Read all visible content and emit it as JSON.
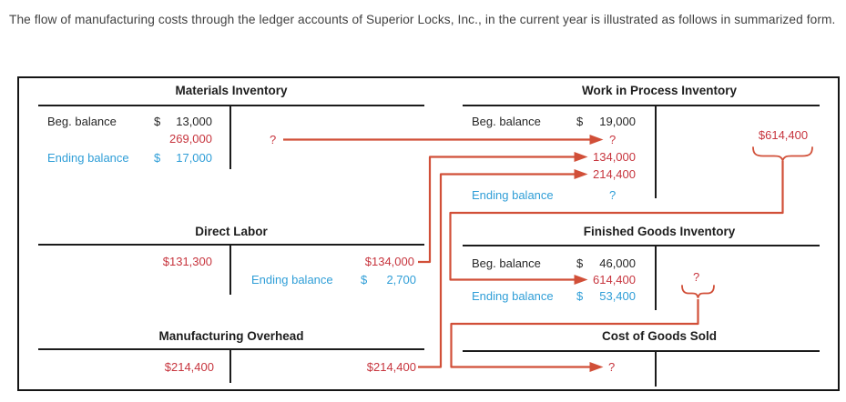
{
  "intro": "The flow of manufacturing costs through the ledger accounts of Superior Locks, Inc., in the current year is illustrated as follows in summarized form.",
  "colors": {
    "red_text": "#c7353e",
    "arrow_red": "#d14f38",
    "blue_text": "#2f9ed7",
    "ink": "#262626"
  },
  "accounts": {
    "materials": {
      "title": "Materials Inventory",
      "beg_label": "Beg. balance",
      "beg_cur": "$",
      "beg_amount": "13,000",
      "purchases_amount": "269,000",
      "end_label": "Ending balance",
      "end_cur": "$",
      "end_amount": "17,000",
      "credit_unknown": "?"
    },
    "work_in_process": {
      "title": "Work in Process Inventory",
      "beg_label": "Beg. balance",
      "beg_cur": "$",
      "beg_amount": "19,000",
      "materials_unknown": "?",
      "labor_amount": "134,000",
      "overhead_amount": "214,400",
      "end_label": "Ending balance",
      "end_unknown": "?",
      "credit_amount": "$614,400"
    },
    "direct_labor": {
      "title": "Direct Labor",
      "debit_amount": "$131,300",
      "credit_amount": "$134,000",
      "end_label": "Ending balance",
      "end_cur": "$",
      "end_amount": "2,700"
    },
    "finished_goods": {
      "title": "Finished Goods Inventory",
      "beg_label": "Beg. balance",
      "beg_cur": "$",
      "beg_amount": "46,000",
      "transfer_amount": "614,400",
      "end_label": "Ending balance",
      "end_cur": "$",
      "end_amount": "53,400",
      "credit_unknown": "?"
    },
    "manufacturing_overhead": {
      "title": "Manufacturing Overhead",
      "debit_amount": "$214,400",
      "credit_amount": "$214,400"
    },
    "cost_of_goods_sold": {
      "title": "Cost of Goods Sold",
      "debit_unknown": "?"
    }
  }
}
